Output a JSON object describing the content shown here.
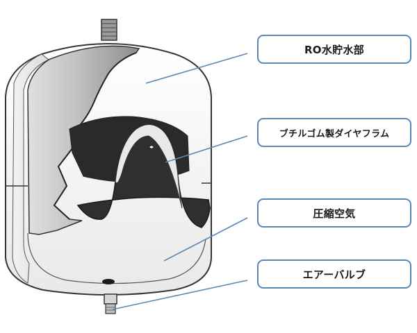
{
  "labels": {
    "ro_storage": "RO水貯水部",
    "diaphragm": "ブチルゴム製ダイヤフラム",
    "compressed_air": "圧縮空気",
    "air_valve": "エアーバルブ"
  },
  "colors": {
    "leader_line": "#5b87b6",
    "callout_border": "#5b87b6",
    "diaphragm": "#2b2b2b",
    "tank_outline": "#333333",
    "tank_fill": "#f4f4f4",
    "tank_shell_gray": "#9a9a9a"
  }
}
